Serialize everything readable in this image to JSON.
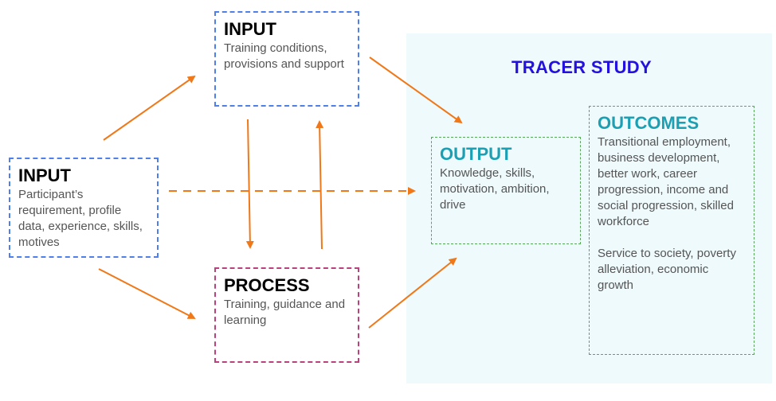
{
  "tracer_study": {
    "title": "TRACER STUDY"
  },
  "input_top": {
    "title": "INPUT",
    "body": "Training conditions, provisions and support"
  },
  "input_left": {
    "title": "INPUT",
    "body": "Participant’s requirement, profile data, experience, skills, motives"
  },
  "process": {
    "title": "PROCESS",
    "body": "Training, guidance and learning"
  },
  "output": {
    "title": "OUTPUT",
    "body": "Knowledge, skills, motivation, ambition, drive"
  },
  "outcomes": {
    "title": "OUTCOMES",
    "body_1": "Transitional employment, business development, better work, career progression, income and social progression, skilled workforce",
    "body_2": "Service to society, poverty alleviation, economic growth"
  },
  "colors": {
    "arrow": "#f07818",
    "tracer_title": "#2410e0",
    "teal_title": "#1b9fb3",
    "blue_border": "#4f7fe8",
    "purple_border": "#b9427d",
    "green_border": "#5aa65a",
    "tracer_background": "#eefafc"
  }
}
